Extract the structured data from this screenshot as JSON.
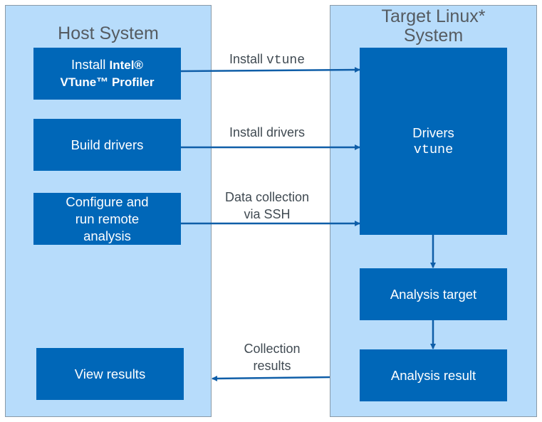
{
  "host": {
    "title": "Host System",
    "install_pre": "Install ",
    "install_brand": "Intel®",
    "install_product": "VTune™ Profiler",
    "build": "Build drivers",
    "configure": [
      "Configure and",
      "run remote",
      "analysis"
    ],
    "view": "View results"
  },
  "target": {
    "title_lines": [
      "Target Linux*",
      "System"
    ],
    "drivers_line1": "Drivers",
    "drivers_line2": "vtune",
    "analysis_target": "Analysis target",
    "analysis_result": "Analysis result"
  },
  "arrows": {
    "install_pre": "Install ",
    "install_code": "vtune",
    "install_drivers": "Install drivers",
    "data_collection": [
      "Data collection",
      "via SSH"
    ],
    "collection_results": [
      "Collection",
      "results"
    ]
  },
  "colors": {
    "panel": "#b7dcfb",
    "box": "#0067b8",
    "arrow": "#0f5ea8"
  }
}
